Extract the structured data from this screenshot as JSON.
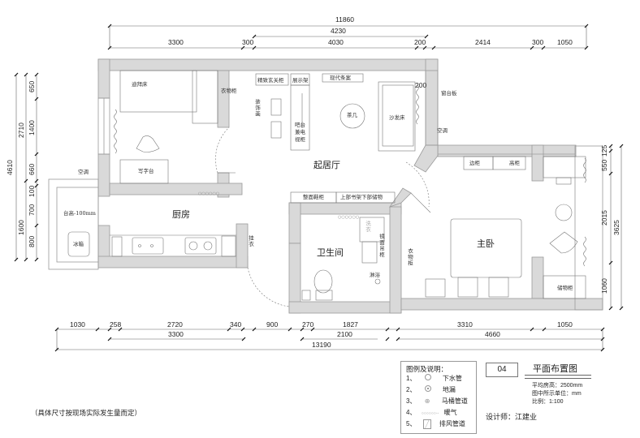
{
  "drawing": {
    "title": "平面布置图",
    "sheet_number": "04",
    "info": {
      "ceiling_height": "平均房高：2500mm",
      "units": "图中所示单位：mm",
      "scale": "比例：1:100"
    },
    "designer": "设计师：江建业",
    "note": "（具体尺寸按现场实际发生量而定）"
  },
  "legend": {
    "title": "图例及说明：",
    "items": [
      {
        "num": "1、",
        "symbol": "circle-small",
        "label": "下水管"
      },
      {
        "num": "2、",
        "symbol": "circle-dot",
        "label": "地漏"
      },
      {
        "num": "3、",
        "symbol": "circle-cross",
        "label": "马桶管道"
      },
      {
        "num": "4、",
        "symbol": "coil",
        "label": "暖气"
      },
      {
        "num": "5、",
        "symbol": "box-slash",
        "label": "排风管道"
      }
    ]
  },
  "rooms": {
    "living": "起居厅",
    "kitchen": "厨房",
    "bathroom": "卫生间",
    "master_bedroom": "主卧"
  },
  "furniture": {
    "tatami": "迪拜床",
    "wardrobe_small": "衣物柜",
    "desk": "写字台",
    "ac_left": "空调",
    "entry_cabinet": "精致玄关柜",
    "decor_painting": "装饰画",
    "display_shelf": "展示架",
    "bar_tv": "吧台兼电视柜",
    "console": "现代条案",
    "coffee_table": "茶几",
    "sofa_bed": "沙发床",
    "window_board": "窗台板",
    "ac_right": "空调",
    "shoe_cabinet": "整面鞋柜",
    "bookshelf": "上部书架下部储物",
    "counter_height": "台高-100mm",
    "fridge": "冰箱",
    "coat_hanger": "挂衣",
    "laundry": "洗衣",
    "mirror_cabinet": "镜面吊柜",
    "shower": "淋浴",
    "wardrobe_master": "衣物柜",
    "side_cabinet": "边柜",
    "tall_cabinet": "高柜",
    "storage_cabinet": "储物柜",
    "radiator_marks": "○○○○○○"
  },
  "dimensions": {
    "top": {
      "total": "11860",
      "sub": "4230",
      "segments": [
        "3300",
        "300",
        "4030",
        "200",
        "2414",
        "300",
        "1050"
      ]
    },
    "bottom": {
      "total": "13190",
      "row1": [
        "1030",
        "258",
        "2720",
        "340",
        "900",
        "270",
        "1827",
        "3310",
        "1050"
      ],
      "row2": [
        "3300",
        "2100",
        "4660"
      ]
    },
    "left": {
      "total": "4610",
      "mid": [
        "2710",
        "1600"
      ],
      "segments": [
        "650",
        "1400",
        "660",
        "100",
        "700",
        "800"
      ]
    },
    "right": {
      "total": "3625",
      "segments": [
        "125",
        "550",
        "2015",
        "1060"
      ]
    },
    "window_200": "200"
  },
  "colors": {
    "wall": "#d9d9d9",
    "wall_edge": "#9a9a9a",
    "line": "#555555",
    "furniture_line": "#777777"
  }
}
